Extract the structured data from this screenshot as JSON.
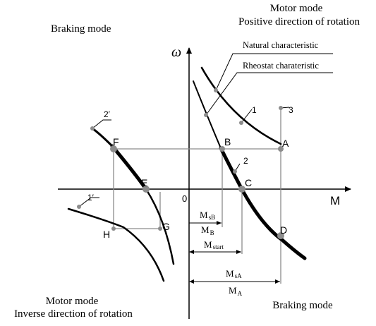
{
  "quadrant_labels": {
    "top_left": "Braking mode",
    "top_right_line1": "Motor mode",
    "top_right_line2": "Positive direction of rotation",
    "bottom_left_line1": "Motor mode",
    "bottom_left_line2": "Inverse direction of rotation",
    "bottom_right": "Braking mode"
  },
  "axes": {
    "y_label": "ω",
    "x_label": "M",
    "origin_label": "0"
  },
  "callouts": {
    "natural": "Natural characteristic",
    "rheostat": "Rheostat charateristic"
  },
  "curve_labels": {
    "c1": "1",
    "c2": "2",
    "c3": "3",
    "c1p": "1′",
    "c2p": "2′"
  },
  "points": {
    "A": "A",
    "B": "B",
    "C": "C",
    "D": "D",
    "E": "E",
    "F": "F",
    "G": "G",
    "H": "H"
  },
  "dimensions": {
    "msb_main": "M",
    "msb_sub": "sB",
    "mb_main": "M",
    "mb_sub": "B",
    "mstart_main": "M",
    "mstart_sub": "start",
    "msa_main": "M",
    "msa_sub": "sA",
    "ma_main": "M",
    "ma_sub": "A"
  }
}
